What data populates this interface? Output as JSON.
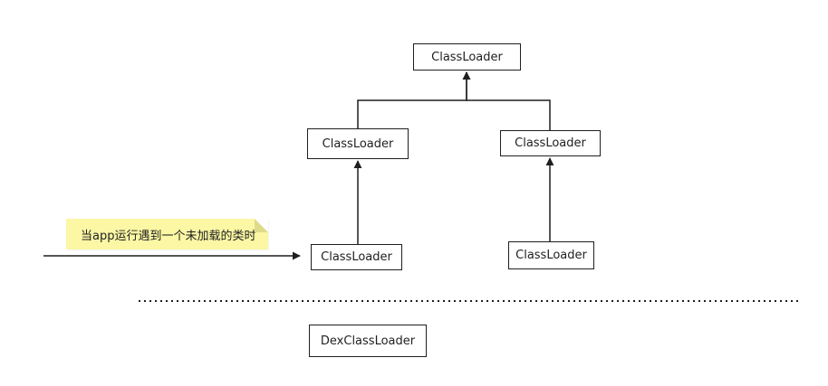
{
  "diagram": {
    "nodes": {
      "root": "ClassLoader",
      "left": "ClassLoader",
      "right": "ClassLoader",
      "bottom_left": "ClassLoader",
      "bottom_right": "ClassLoader",
      "dex": "DexClassLoader"
    },
    "note": "当app运行遇到一个未加载的类时",
    "colors": {
      "line": "#1f1f1f",
      "note_background": "#fbf7a4"
    }
  }
}
